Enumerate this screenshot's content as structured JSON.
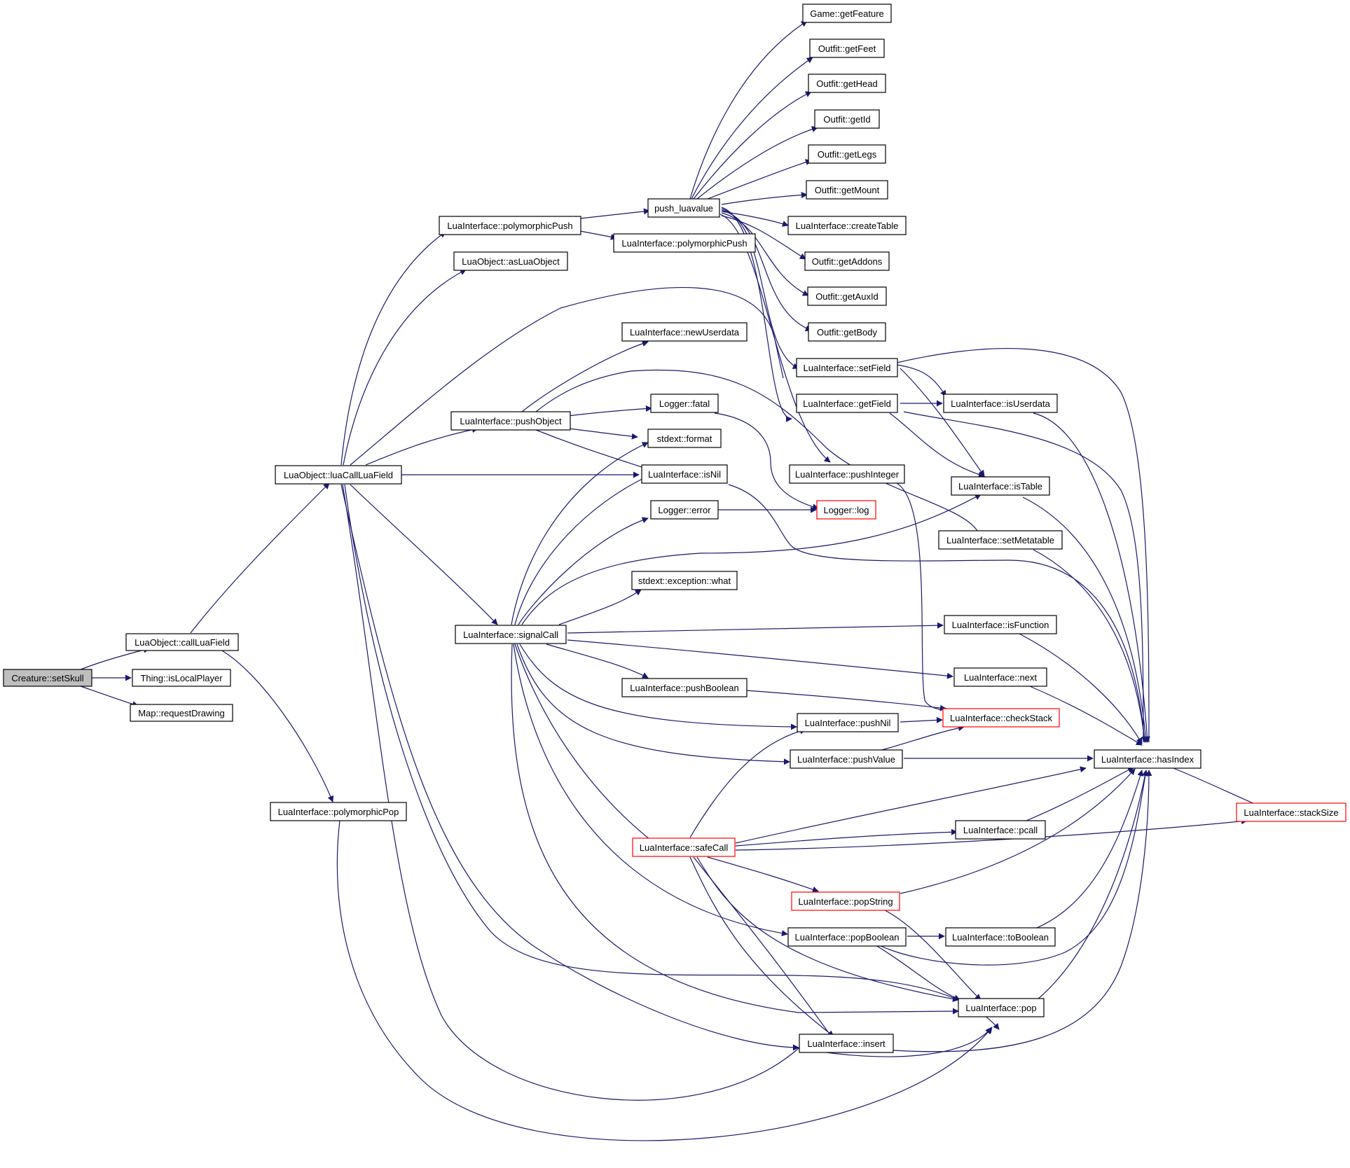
{
  "colors": {
    "edge": "#191970",
    "root_fill": "#bfbfbf",
    "truncated_border": "#ff0000"
  },
  "nodes": {
    "root": {
      "label": "Creature::setSkull"
    },
    "n_callLuaField": {
      "label": "LuaObject::callLuaField"
    },
    "n_isLocalPlayer": {
      "label": "Thing::isLocalPlayer"
    },
    "n_requestDrawing": {
      "label": "Map::requestDrawing"
    },
    "n_luaCallLuaField": {
      "label": "LuaObject::luaCallLuaField"
    },
    "n_polymorphicPop": {
      "label": "LuaInterface::polymorphicPop"
    },
    "n_polymorphicPush1": {
      "label": "LuaInterface::polymorphicPush"
    },
    "n_asLuaObject": {
      "label": "LuaObject::asLuaObject"
    },
    "n_pushObject": {
      "label": "LuaInterface::pushObject"
    },
    "n_signalCall": {
      "label": "LuaInterface::signalCall"
    },
    "n_push_luavalue": {
      "label": "push_luavalue"
    },
    "n_polymorphicPush2": {
      "label": "LuaInterface::polymorphicPush"
    },
    "n_newUserdata": {
      "label": "LuaInterface::newUserdata"
    },
    "n_loggerFatal": {
      "label": "Logger::fatal"
    },
    "n_stdextFormat": {
      "label": "stdext::format"
    },
    "n_isNil": {
      "label": "LuaInterface::isNil"
    },
    "n_loggerError": {
      "label": "Logger::error"
    },
    "n_exceptionWhat": {
      "label": "stdext::exception::what"
    },
    "n_pushBoolean": {
      "label": "LuaInterface::pushBoolean"
    },
    "n_safeCall": {
      "label": "LuaInterface::safeCall"
    },
    "n_getFeature": {
      "label": "Game::getFeature"
    },
    "n_getFeet": {
      "label": "Outfit::getFeet"
    },
    "n_getHead": {
      "label": "Outfit::getHead"
    },
    "n_getId": {
      "label": "Outfit::getId"
    },
    "n_getLegs": {
      "label": "Outfit::getLegs"
    },
    "n_getMount": {
      "label": "Outfit::getMount"
    },
    "n_createTable": {
      "label": "LuaInterface::createTable"
    },
    "n_getAddons": {
      "label": "Outfit::getAddons"
    },
    "n_getAuxId": {
      "label": "Outfit::getAuxId"
    },
    "n_getBody": {
      "label": "Outfit::getBody"
    },
    "n_setField": {
      "label": "LuaInterface::setField"
    },
    "n_getField": {
      "label": "LuaInterface::getField"
    },
    "n_pushInteger": {
      "label": "LuaInterface::pushInteger"
    },
    "n_loggerLog": {
      "label": "Logger::log"
    },
    "n_pushNil": {
      "label": "LuaInterface::pushNil"
    },
    "n_pushValue": {
      "label": "LuaInterface::pushValue"
    },
    "n_popString": {
      "label": "LuaInterface::popString"
    },
    "n_popBoolean": {
      "label": "LuaInterface::popBoolean"
    },
    "n_insert": {
      "label": "LuaInterface::insert"
    },
    "n_isUserdata": {
      "label": "LuaInterface::isUserdata"
    },
    "n_isTable": {
      "label": "LuaInterface::isTable"
    },
    "n_setMetatable": {
      "label": "LuaInterface::setMetatable"
    },
    "n_isFunction": {
      "label": "LuaInterface::isFunction"
    },
    "n_next": {
      "label": "LuaInterface::next"
    },
    "n_checkStack": {
      "label": "LuaInterface::checkStack"
    },
    "n_pcall": {
      "label": "LuaInterface::pcall"
    },
    "n_toBoolean": {
      "label": "LuaInterface::toBoolean"
    },
    "n_pop": {
      "label": "LuaInterface::pop"
    },
    "n_hasIndex": {
      "label": "LuaInterface::hasIndex"
    },
    "n_stackSize": {
      "label": "LuaInterface::stackSize"
    }
  }
}
